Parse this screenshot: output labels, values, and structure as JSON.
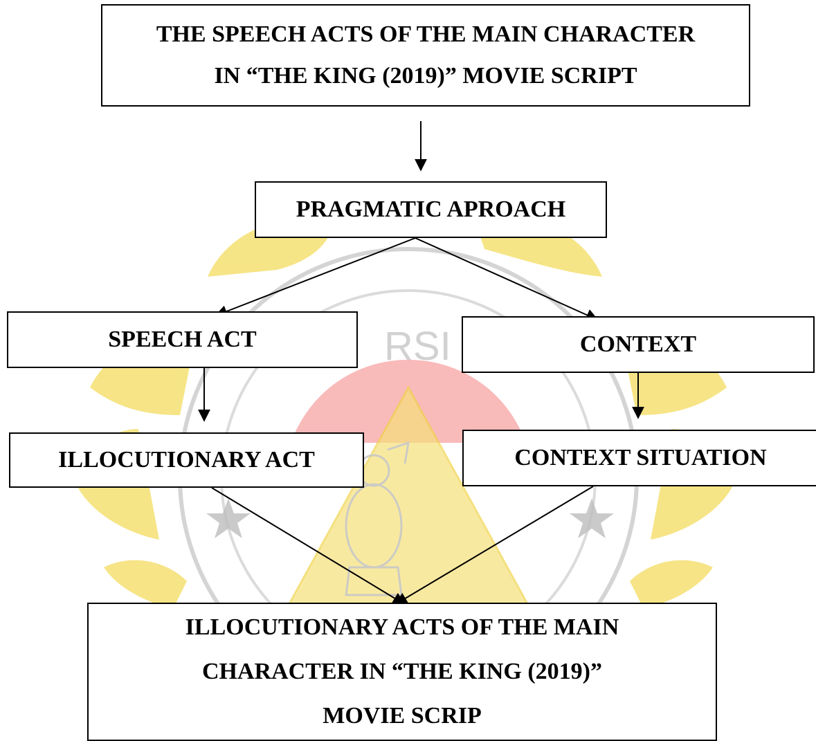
{
  "title_box": {
    "line1": "THE SPEECH ACTS OF THE MAIN CHARACTER",
    "line2": "IN “THE KING (2019)”  MOVIE SCRIPT"
  },
  "approach_box": {
    "label": "PRAGMATIC APROACH"
  },
  "left_branch": {
    "top_label": "SPEECH ACT",
    "bottom_label": "ILLOCUTIONARY ACT"
  },
  "right_branch": {
    "top_label": "CONTEXT",
    "bottom_label": "CONTEXT SITUATION"
  },
  "result_box": {
    "line1": "ILLOCUTIONARY ACTS OF THE MAIN",
    "line2": "CHARACTER IN “THE KING (2019)”",
    "line3": "MOVIE SCRIP"
  },
  "watermark": {
    "ribbon_color": "#f3dc5e",
    "triangle_color": "#f6e07a",
    "red_band_color": "#f7a3a3",
    "ring_color": "#c2c2c2",
    "ring_text": "RSI",
    "icons": [
      "star-icon",
      "star-icon",
      "ganesha-emblem-icon"
    ]
  }
}
